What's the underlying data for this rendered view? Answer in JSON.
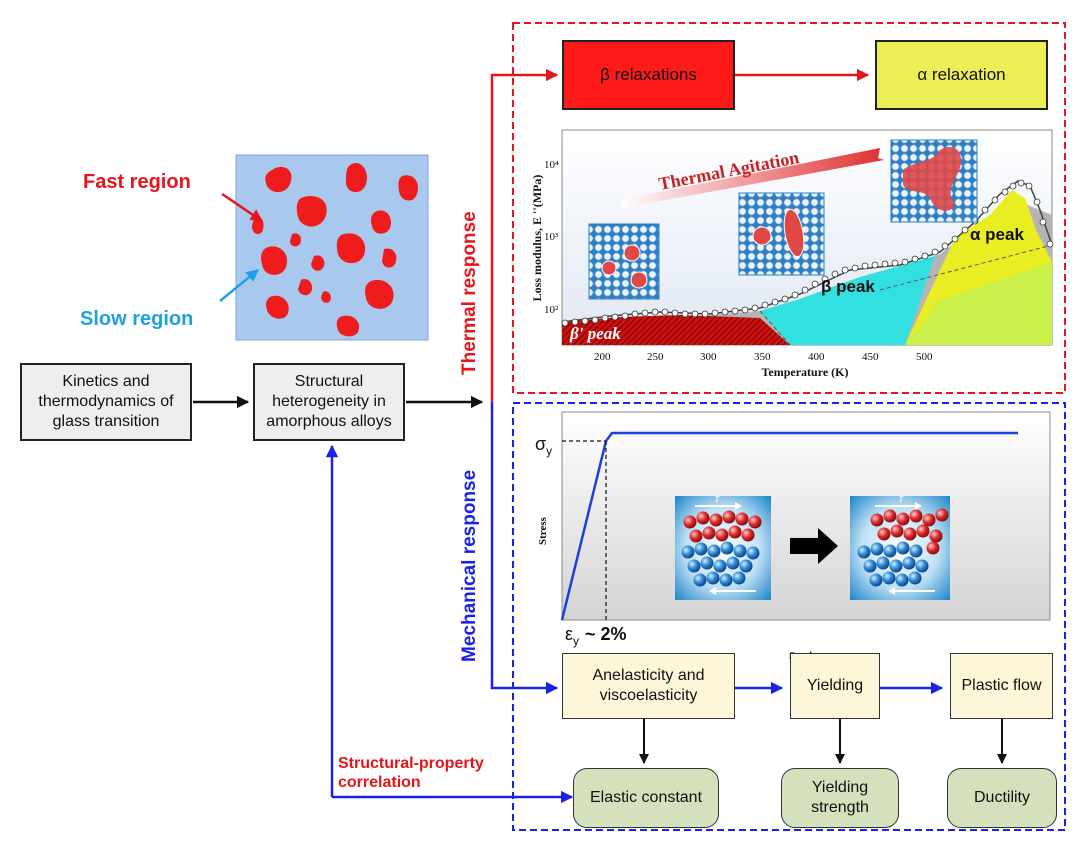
{
  "regions": {
    "fast_label": "Fast region",
    "slow_label": "Slow region"
  },
  "boxes": {
    "kinetics": "Kinetics and thermodynamics of glass transition",
    "heterogeneity": "Structural heterogeneity in amorphous alloys",
    "beta_relax": "β relaxations",
    "alpha_relax": "α relaxation",
    "anelasticity": "Anelasticity and viscoelasticity",
    "yielding": "Yielding",
    "plastic_flow": "Plastic flow",
    "elastic_constant": "Elastic constant",
    "yielding_strength": "Yielding strength",
    "ductility": "Ductility"
  },
  "side_labels": {
    "thermal": "Thermal response",
    "mechanical": "Mechanical response",
    "correlation_line1": "Structural-property",
    "correlation_line2": "correlation"
  },
  "dma_plot": {
    "ylabel": "Loss modulus, E ''(MPa)",
    "xlabel": "Temperature (K)",
    "xticks": [
      "200",
      "250",
      "300",
      "350",
      "400",
      "450",
      "500"
    ],
    "yticks": [
      "10⁴",
      "10³",
      "10²"
    ],
    "arrow_text": "Thermal Agitation",
    "peak_beta_prime": "β' peak",
    "peak_beta": "β peak",
    "peak_alpha": "α peak",
    "colors": {
      "beta_prime": "#cc1111",
      "beta": "#33e0e0",
      "alpha": "#e8ee22",
      "flow": "#ccf04a",
      "base": "#b4b4b4"
    }
  },
  "stress_strain": {
    "ylabel": "Stress",
    "xlabel": "Strain",
    "yield_stress": "σ",
    "yield_stress_sub": "y",
    "yield_strain": "ε",
    "yield_strain_sub": "y",
    "yield_strain_value": "~ 2%",
    "shear_symbol": "τ",
    "line_color": "#1a3fe0"
  },
  "colors": {
    "thermal": "#e8141c",
    "mechanical": "#1a22e6",
    "slow": "#1ea0e6",
    "box_beta": "#ff1a1a",
    "box_alpha": "#ecee55",
    "box_mech": "#fdf6d8",
    "box_result": "#d5e0bc",
    "box_gray": "#eeeeee"
  }
}
